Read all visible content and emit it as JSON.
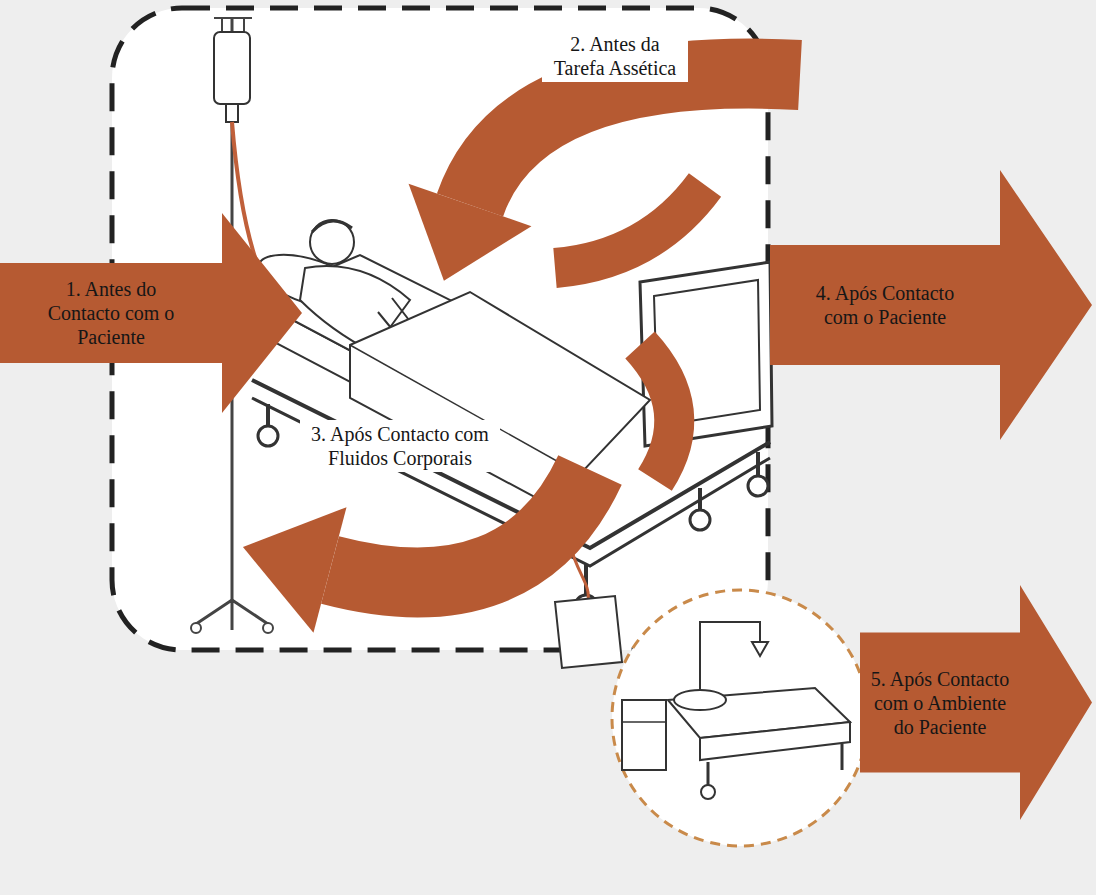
{
  "diagram": {
    "nodes": [
      {
        "text": [
          "1. Antes do Contacto com o Paciente"
        ]
      },
      {
        "text": [
          "2. Antes da Tarefa Assética"
        ]
      },
      {
        "text": [
          "3. Após Contacto com Fluidos Corporais"
        ]
      },
      {
        "text": [
          "4. Após Contacto com o Paciente"
        ]
      },
      {
        "text": [
          "5. Após Contacto com o Ambiente do Paciente"
        ]
      }
    ]
  }
}
